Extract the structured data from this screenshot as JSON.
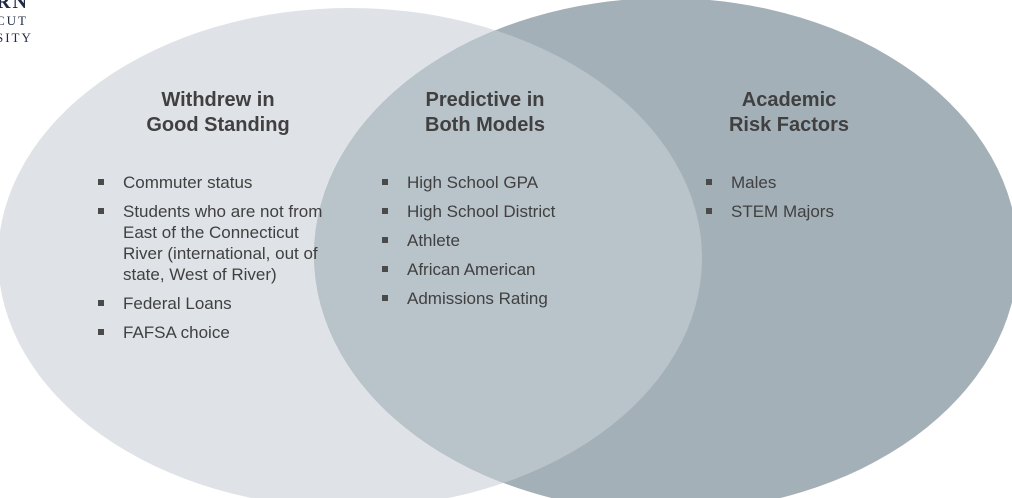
{
  "logo": {
    "line1": "RN",
    "line2": "CUT",
    "line3": "SITY"
  },
  "colors": {
    "left_circle": "#dfe3e7",
    "right_circle": "#a4b0b8",
    "overlap": "#b9c3ca",
    "text": "#404040"
  },
  "left": {
    "heading_line1": "Withdrew in",
    "heading_line2": "Good Standing",
    "items": [
      "Commuter status",
      "Students who are not from East of the Connecticut River (international, out of state, West of River)",
      "Federal Loans",
      "FAFSA choice"
    ]
  },
  "center": {
    "heading_line1": "Predictive in",
    "heading_line2": "Both Models",
    "items": [
      "High School GPA",
      "High School District",
      "Athlete",
      "African American",
      "Admissions Rating"
    ]
  },
  "right": {
    "heading_line1": "Academic",
    "heading_line2": "Risk Factors",
    "items": [
      "Males",
      "STEM Majors"
    ]
  }
}
